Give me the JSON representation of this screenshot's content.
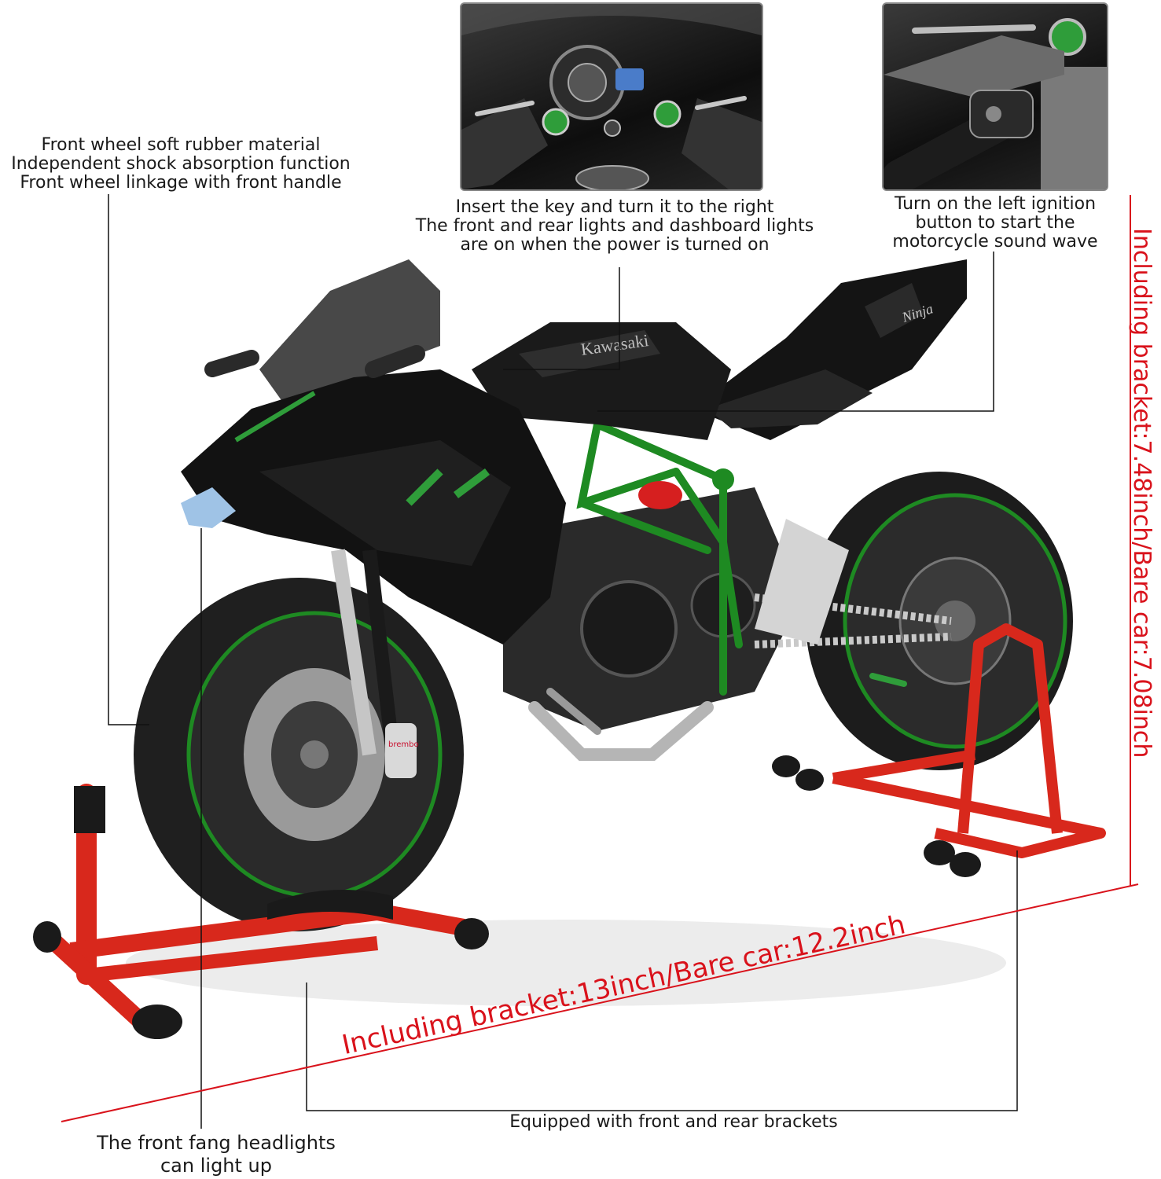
{
  "annotations": {
    "front_wheel": [
      "Front wheel soft rubber material",
      "Independent shock absorption function",
      "Front wheel linkage with front handle"
    ],
    "key_power": [
      "Insert the key and turn it to the right",
      "The front and rear lights and dashboard lights",
      "are on when the power is turned on"
    ],
    "ignition": [
      "Turn on the left ignition",
      "button to start the",
      "motorcycle sound wave"
    ],
    "headlights": [
      "The front fang headlights",
      "can light up"
    ],
    "brackets": "Equipped with front and rear brackets"
  },
  "dimensions": {
    "length": "Including bracket:13inch/Bare car:12.2inch",
    "height": "Including bracket:7.48inch/Bare car:7.08inch"
  },
  "brand_marks": {
    "tank_logo": "Kawasaki",
    "tail_logo": "Ninja",
    "caliper": "brembo"
  },
  "colors": {
    "dimension_red": "#d9121b",
    "frame_green": "#1e8a22",
    "stand_red": "#d8281c"
  }
}
